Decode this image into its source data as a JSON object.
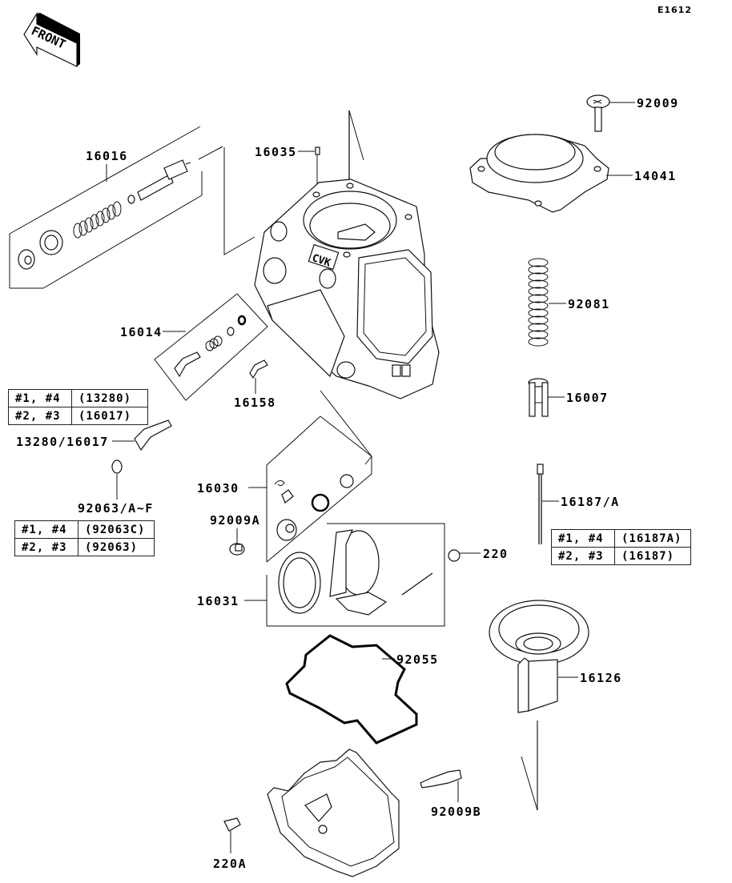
{
  "diagram_code": "E1612",
  "front_indicator": "FRONT",
  "part_labels": {
    "p92009": "92009",
    "p14041": "14041",
    "p16016": "16016",
    "p16035": "16035",
    "p92081": "92081",
    "p16014": "16014",
    "p16158": "16158",
    "p16007": "16007",
    "p13280_16017": "13280/16017",
    "p92063": "92063/A~F",
    "p16030": "16030",
    "p16187": "16187/A",
    "p92009A": "92009A",
    "p220": "220",
    "p16031": "16031",
    "p92055": "92055",
    "p16126": "16126",
    "p92009B": "92009B",
    "p220A": "220A",
    "body_mark": "CVK"
  },
  "variant_tables": {
    "jet_13280_16017": [
      {
        "cyl": "#1, #4",
        "part": "(13280)"
      },
      {
        "cyl": "#2, #3",
        "part": "(16017)"
      }
    ],
    "jet_92063": [
      {
        "cyl": "#1, #4",
        "part": "(92063C)"
      },
      {
        "cyl": "#2, #3",
        "part": "(92063)"
      }
    ],
    "needle_16187": [
      {
        "cyl": "#1, #4",
        "part": "(16187A)"
      },
      {
        "cyl": "#2, #3",
        "part": "(16187)"
      }
    ]
  }
}
